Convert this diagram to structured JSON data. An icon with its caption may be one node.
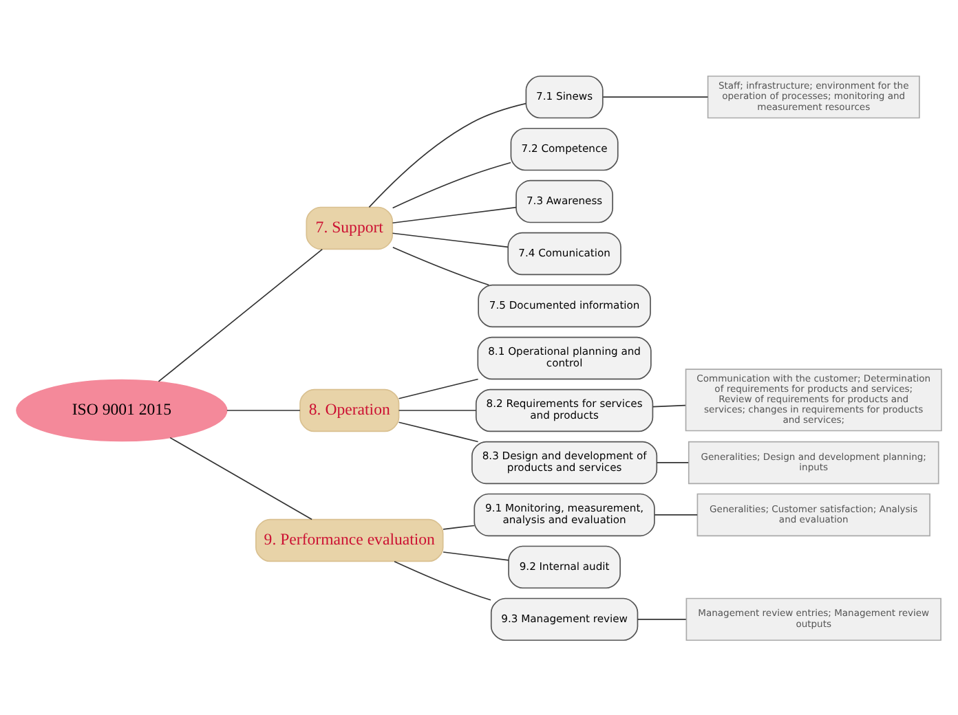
{
  "diagram": {
    "nodes": [
      {
        "text": [
          "ISO 9001 2015"
        ]
      },
      {
        "text": [
          "7. Support"
        ]
      },
      {
        "text": [
          "7.1 Sinews"
        ]
      },
      {
        "text": [
          "Staff; infrastructure; environment for the operation of processes; monitoring and measurement resources"
        ]
      },
      {
        "text": [
          "7.2 Competence"
        ]
      },
      {
        "text": [
          "7.3 Awareness"
        ]
      },
      {
        "text": [
          "7.4 Comunication"
        ]
      },
      {
        "text": [
          "7.5 Documented information"
        ]
      },
      {
        "text": [
          "8. Operation"
        ]
      },
      {
        "text": [
          "8.1 Operational planning and control"
        ]
      },
      {
        "text": [
          "8.2 Requirements for services and products"
        ]
      },
      {
        "text": [
          "Communication with the customer; Determination of requirements for products and services; Review of requirements for products and services; changes in requirements for products and services;"
        ]
      },
      {
        "text": [
          "8.3 Design and development of products and services"
        ]
      },
      {
        "text": [
          "Generalities; Design and development planning; inputs"
        ]
      },
      {
        "text": [
          "9. Performance evaluation"
        ]
      },
      {
        "text": [
          "9.1 Monitoring, measurement, analysis and evaluation"
        ]
      },
      {
        "text": [
          "Generalities; Customer satisfaction; Analysis and evaluation"
        ]
      },
      {
        "text": [
          "9.2 Internal audit"
        ]
      },
      {
        "text": [
          "9.3 Management review"
        ]
      },
      {
        "text": [
          "Management review entries; Management review outputs"
        ]
      }
    ],
    "edges": [
      {
        "from": 0,
        "to": 1,
        "arrow": "none"
      },
      {
        "from": 0,
        "to": 8,
        "arrow": "none"
      },
      {
        "from": 0,
        "to": 14,
        "arrow": "none"
      },
      {
        "from": 1,
        "to": 2,
        "arrow": "none"
      },
      {
        "from": 2,
        "to": 3,
        "arrow": "none"
      },
      {
        "from": 1,
        "to": 4,
        "arrow": "none"
      },
      {
        "from": 1,
        "to": 5,
        "arrow": "none"
      },
      {
        "from": 1,
        "to": 6,
        "arrow": "none"
      },
      {
        "from": 1,
        "to": 7,
        "arrow": "none"
      },
      {
        "from": 8,
        "to": 9,
        "arrow": "none"
      },
      {
        "from": 8,
        "to": 10,
        "arrow": "none"
      },
      {
        "from": 10,
        "to": 11,
        "arrow": "none"
      },
      {
        "from": 8,
        "to": 12,
        "arrow": "none"
      },
      {
        "from": 12,
        "to": 13,
        "arrow": "none"
      },
      {
        "from": 14,
        "to": 15,
        "arrow": "none"
      },
      {
        "from": 15,
        "to": 16,
        "arrow": "none"
      },
      {
        "from": 14,
        "to": 17,
        "arrow": "none"
      },
      {
        "from": 14,
        "to": 18,
        "arrow": "none"
      },
      {
        "from": 18,
        "to": 19,
        "arrow": "none"
      }
    ]
  }
}
